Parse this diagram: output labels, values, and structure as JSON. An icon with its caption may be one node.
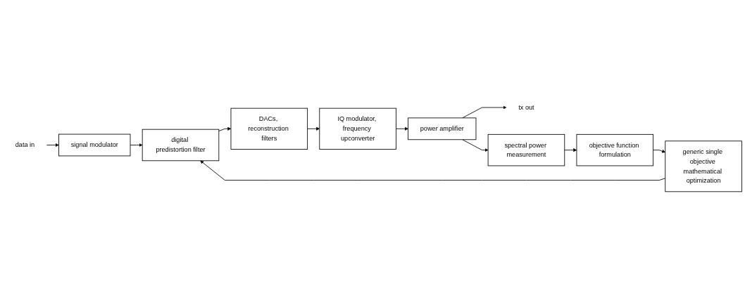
{
  "diagram": {
    "nodes": [
      {
        "text": [
          "data in"
        ]
      },
      {
        "text": [
          "signal modulator"
        ]
      },
      {
        "text": [
          "digital predistortion filter"
        ]
      },
      {
        "text": [
          "DACs, reconstruction filters"
        ]
      },
      {
        "text": [
          "IQ modulator, frequency upconverter"
        ]
      },
      {
        "text": [
          "power amplifier"
        ]
      },
      {
        "text": [
          "tx out"
        ]
      },
      {
        "text": [
          "generic single objective mathematical optimization"
        ]
      },
      {
        "text": [
          "objective function formulation"
        ]
      },
      {
        "text": [
          "spectral power measurement"
        ]
      }
    ],
    "edges": [
      {
        "from": 0,
        "to": 1,
        "arrow": "to"
      },
      {
        "from": 1,
        "to": 2,
        "arrow": "to"
      },
      {
        "from": 2,
        "to": 3,
        "arrow": "to"
      },
      {
        "from": 3,
        "to": 4,
        "arrow": "to"
      },
      {
        "from": 4,
        "to": 5,
        "arrow": "to"
      },
      {
        "from": 5,
        "to": 6,
        "arrow": "to"
      },
      {
        "from": 5,
        "to": 9,
        "arrow": "to"
      },
      {
        "from": 9,
        "to": 8,
        "arrow": "to"
      },
      {
        "from": 8,
        "to": 7,
        "arrow": "to"
      },
      {
        "from": 7,
        "to": 2,
        "arrow": "to"
      }
    ]
  }
}
